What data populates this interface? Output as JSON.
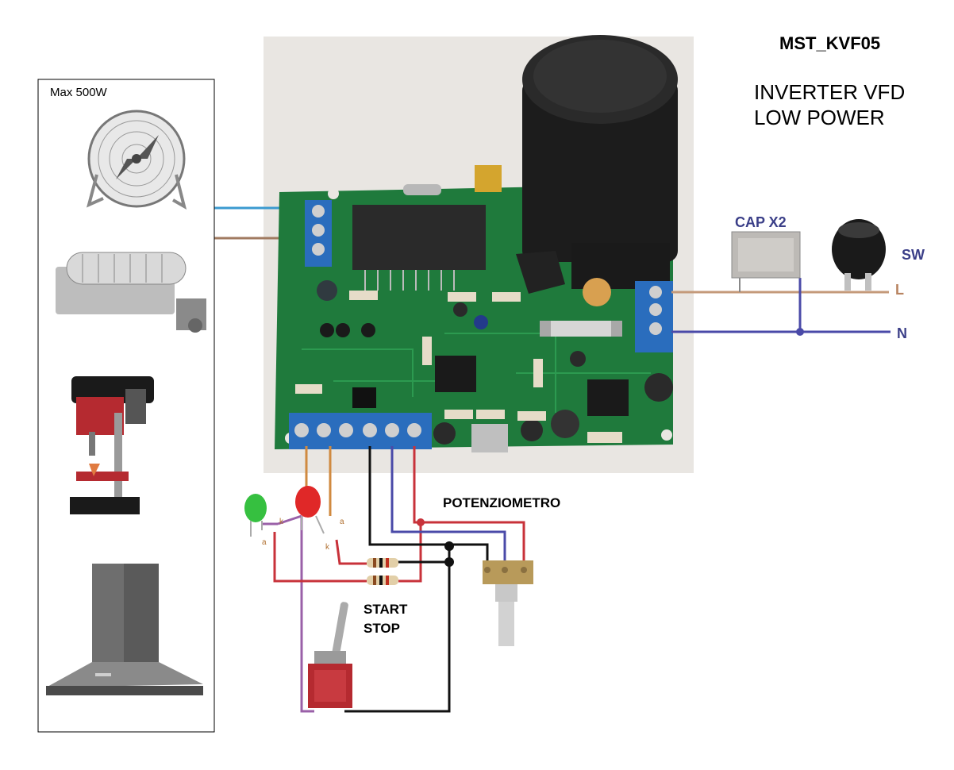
{
  "title": "MST_KVF05",
  "subtitle": [
    "INVERTER VFD",
    "LOW POWER"
  ],
  "load_panel": {
    "max_label": "Max 500W",
    "loads": [
      "fan",
      "tangential-blower",
      "drill-press",
      "cooker-hood"
    ]
  },
  "mains": {
    "cap_label": "CAP X2",
    "switch_label": "SW",
    "line_label": "L",
    "neutral_label": "N"
  },
  "controls": {
    "pot_label": "POTENZIOMETRO",
    "switch_label": [
      "START",
      "STOP"
    ],
    "green_led": {
      "anode": "a",
      "cathode": "k"
    },
    "red_led": {
      "anode": "a",
      "cathode": "k"
    }
  },
  "board_markings": {
    "capacitor_x2": "CAP X2"
  },
  "colors": {
    "motor_wire_1": "#3b9ad0",
    "motor_wire_2": "#a07a60",
    "line_wire": "#c49a7a",
    "neutral_wire": "#4a4aa8",
    "red_wire": "#c8323a",
    "black_wire": "#111111",
    "blue_wire": "#4a4aa8",
    "orange_wire": "#d08a40",
    "purple_wire": "#9a60a8",
    "pcb_green": "#1f7a3c"
  }
}
